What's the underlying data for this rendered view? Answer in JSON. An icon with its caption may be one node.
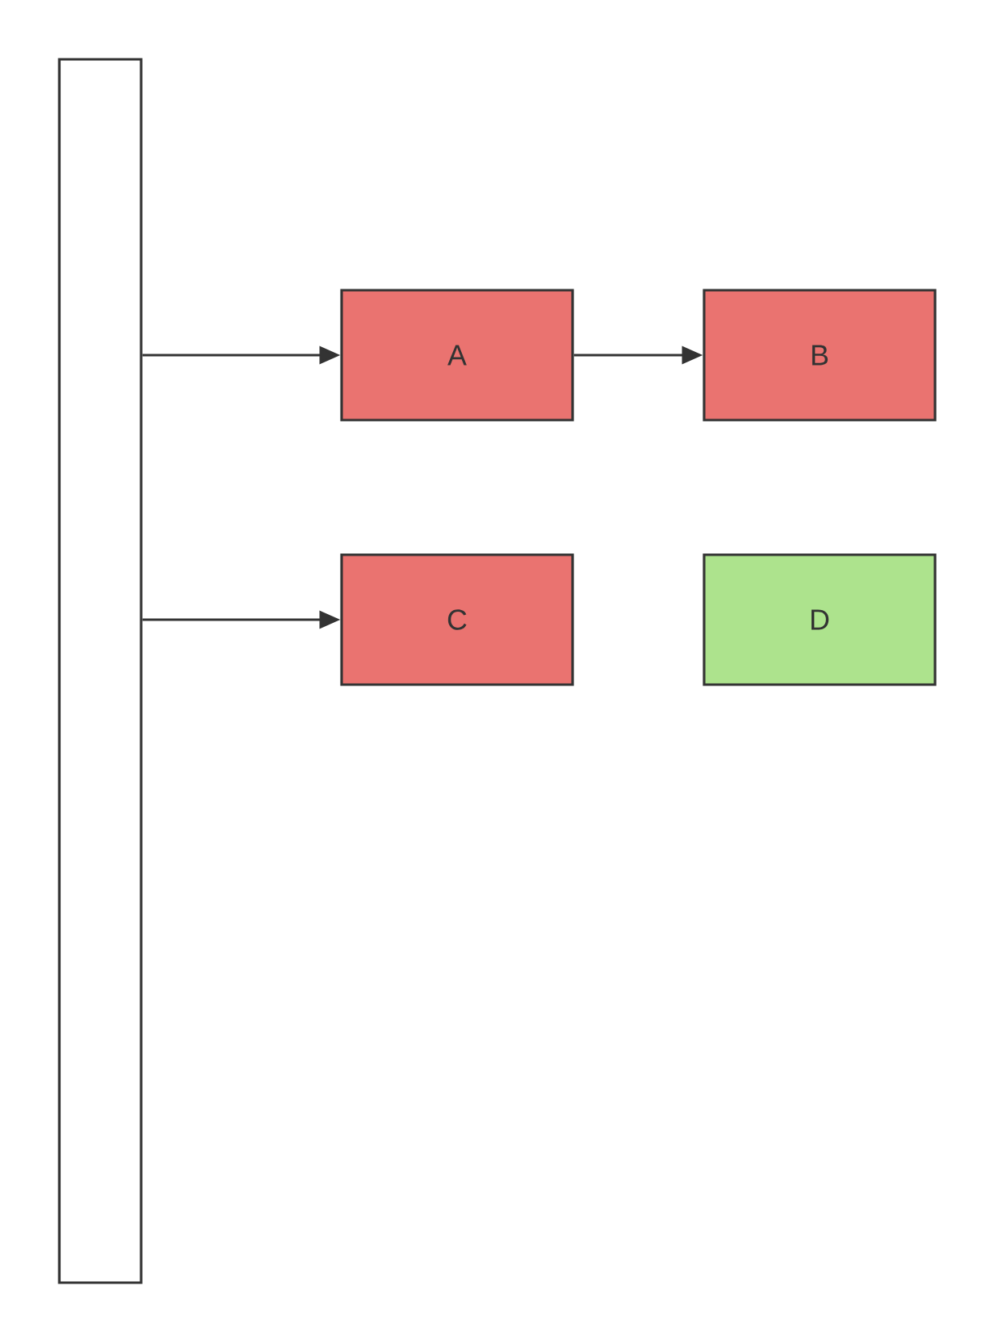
{
  "diagram": {
    "nodes": [
      {
        "text": [],
        "shape": "box"
      },
      {
        "text": [
          "A"
        ]
      },
      {
        "text": [
          "B"
        ]
      },
      {
        "text": [
          "C"
        ]
      },
      {
        "text": [
          "D"
        ]
      }
    ],
    "edges": [
      {
        "from": 0,
        "to": 1,
        "arrow": "to"
      },
      {
        "from": 1,
        "to": 2,
        "arrow": "to"
      },
      {
        "from": 0,
        "to": 3,
        "arrow": "to"
      }
    ]
  }
}
